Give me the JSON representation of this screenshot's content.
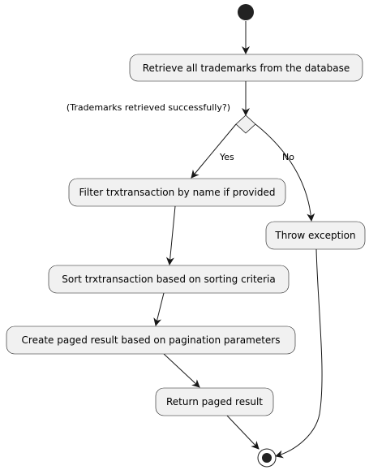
{
  "diagram": {
    "type": "activity",
    "colors": {
      "node_fill": "#f1f1f1",
      "node_stroke": "#181818",
      "line": "#181818",
      "text": "#000000",
      "background": "#ffffff"
    },
    "start": "start",
    "end": "end",
    "decision": {
      "label": "(Trademarks retrieved successfully?)"
    },
    "actions": {
      "retrieve": "Retrieve all trademarks from the database",
      "filter": "Filter trxtransaction by name if provided",
      "sort": "Sort trxtransaction based on sorting criteria",
      "paged": "Create paged result based on pagination parameters",
      "return": "Return paged result",
      "throw": "Throw exception"
    },
    "guards": {
      "yes": "Yes",
      "no": "No"
    },
    "flow": [
      [
        "start",
        "retrieve"
      ],
      [
        "retrieve",
        "decision"
      ],
      [
        "decision",
        "filter",
        "yes"
      ],
      [
        "decision",
        "throw",
        "no"
      ],
      [
        "filter",
        "sort"
      ],
      [
        "sort",
        "paged"
      ],
      [
        "paged",
        "return"
      ],
      [
        "return",
        "end"
      ],
      [
        "throw",
        "end"
      ]
    ]
  }
}
